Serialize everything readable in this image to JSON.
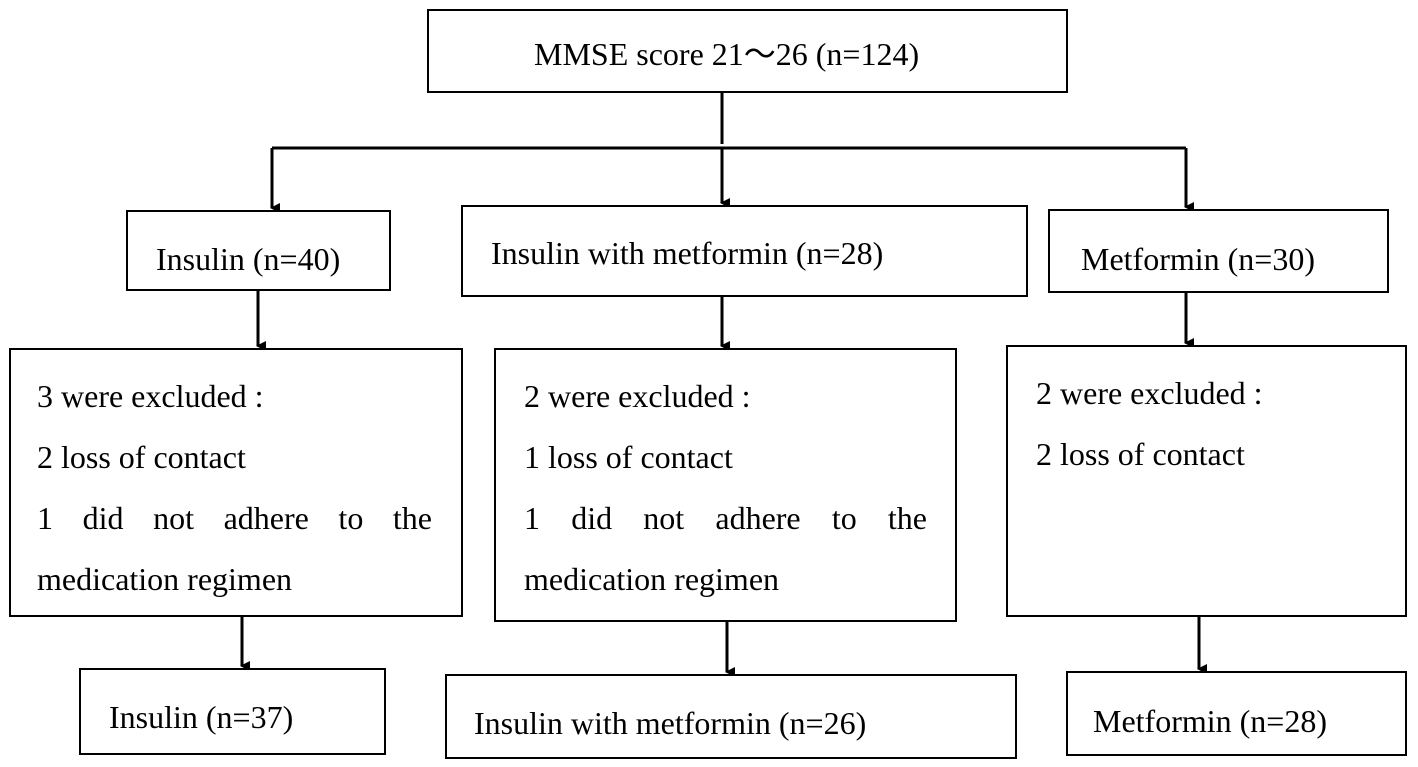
{
  "top": {
    "label": "MMSE score 21～26 (n=124)"
  },
  "groups": [
    {
      "label": "Insulin (n=40)",
      "exclusion": {
        "heading": "3 were excluded :",
        "reason1": "2 loss of contact",
        "reason2_line1": "1 did not adhere to the",
        "reason2_line2": "medication regimen"
      },
      "final": "Insulin (n=37)"
    },
    {
      "label": "Insulin with metformin (n=28)",
      "exclusion": {
        "heading": "2 were excluded :",
        "reason1": "1 loss of contact",
        "reason2_line1": "1 did not adhere to the",
        "reason2_line2": "medication regimen"
      },
      "final": "Insulin with metformin (n=26)"
    },
    {
      "label": "Metformin (n=30)",
      "exclusion": {
        "heading": "2 were excluded :",
        "reason1": "2 loss of contact"
      },
      "final": "Metformin (n=28)"
    }
  ]
}
